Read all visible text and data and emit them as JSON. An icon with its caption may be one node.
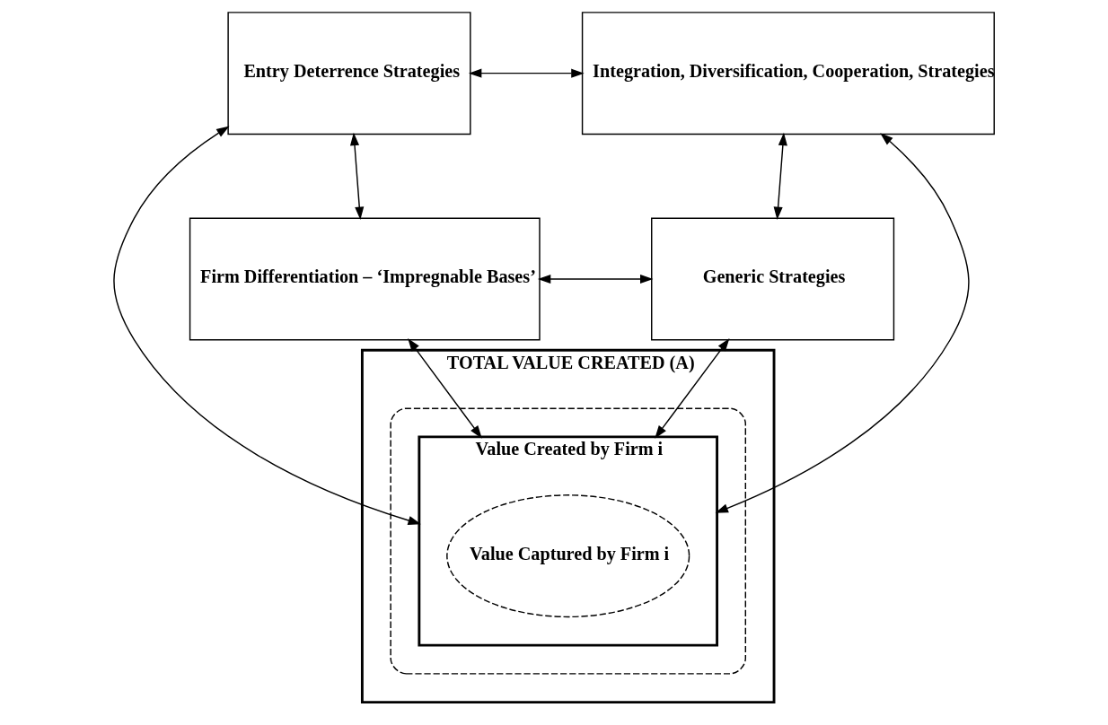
{
  "diagram": {
    "nodes": [
      {
        "text": [
          "Entry Deterrence Strategies"
        ]
      },
      {
        "text": [
          "Integration, Diversification, Cooperation, Strategies"
        ]
      },
      {
        "text": [
          "TOTAL VALUE CREATED (A)"
        ]
      },
      {
        "text": [],
        "shape": "ellipse",
        "in": 2
      },
      {
        "text": [
          "Value Created by Firm i"
        ],
        "in": 3
      },
      {
        "text": [
          "Value Captured by Firm i"
        ],
        "in": 4
      },
      {
        "text": [
          "Firm Differentiation – ‘Impregnable Bases’"
        ]
      },
      {
        "text": [
          "Generic Strategies"
        ]
      }
    ],
    "edges": [
      {
        "from": 0,
        "to": 1,
        "arrow": "both"
      },
      {
        "from": 0,
        "to": 6,
        "arrow": "both"
      },
      {
        "from": 1,
        "to": 7,
        "arrow": "both"
      },
      {
        "from": 0,
        "to": 4,
        "arrow": "both"
      },
      {
        "from": 1,
        "to": 4,
        "arrow": "both"
      },
      {
        "from": 6,
        "to": 4,
        "arrow": "both"
      },
      {
        "from": 7,
        "to": 4,
        "arrow": "both"
      },
      {
        "from": 6,
        "to": 7,
        "arrow": "both"
      }
    ]
  }
}
